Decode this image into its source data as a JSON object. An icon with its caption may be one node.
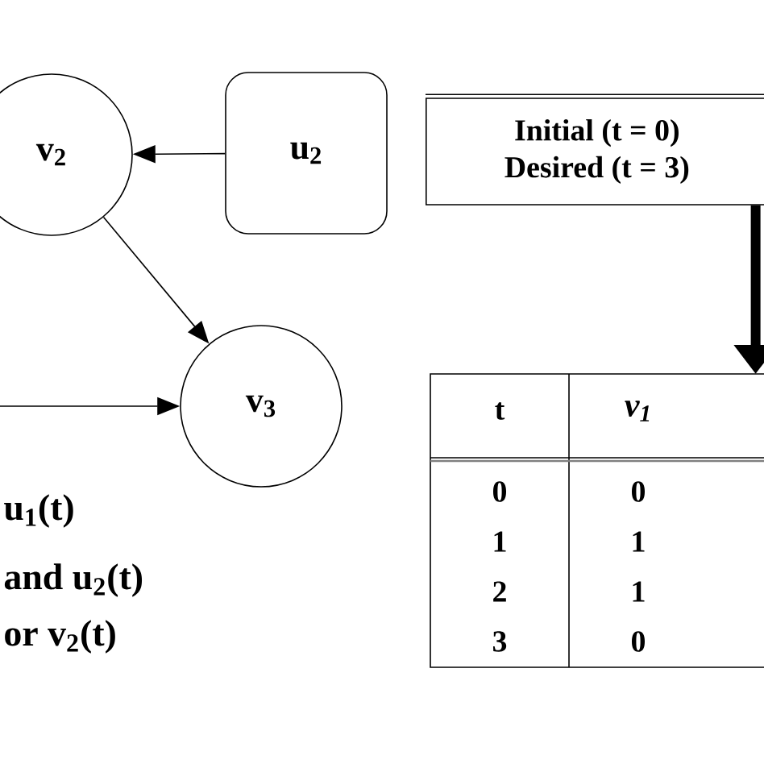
{
  "diagram": {
    "nodes": [
      {
        "text": [
          "v$_{2}$"
        ]
      },
      {
        "text": [
          "u$_{2}$"
        ]
      },
      {
        "text": [
          "v$_{3}$"
        ]
      },
      {
        "text": [
          "Initial (t = 0)",
          "Desired (t = 3)"
        ]
      },
      {
        "text": [],
        "shape": "box"
      }
    ],
    "edges": [
      {
        "from": 1,
        "to": 0,
        "arrow": "to"
      },
      {
        "from": 0,
        "to": 2,
        "arrow": "to"
      },
      {
        "from": null,
        "to": 2,
        "arrow": "to"
      },
      {
        "from": 3,
        "to": 4,
        "arrow": "to",
        "style": "thick"
      }
    ],
    "labels": [
      "u$_{1}$(t)",
      "and u$_{2}$(t)",
      "or v$_{2}$(t)",
      "t",
      "v$_{1}$",
      "0",
      "0",
      "1",
      "1",
      "2",
      "1",
      "3",
      "0"
    ]
  }
}
